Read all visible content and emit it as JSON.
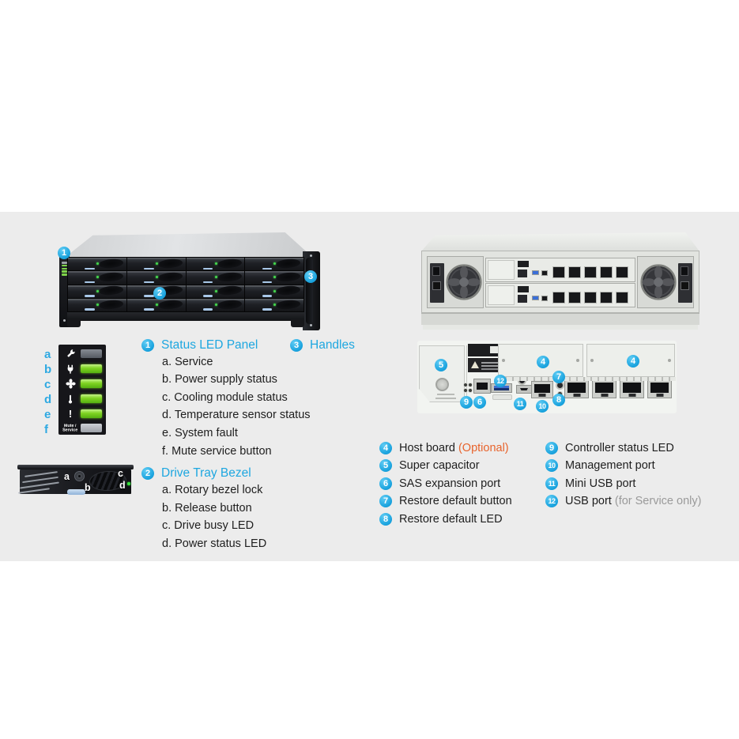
{
  "colors": {
    "accent": "#1ea7e0",
    "optional_orange": "#e8632c",
    "service_gray": "#9a9a9a",
    "text": "#1e1e1e",
    "band_bg": "#ececec",
    "led_green": "#7ed321"
  },
  "front_view": {
    "callouts": [
      "1",
      "2",
      "3"
    ]
  },
  "closeup_callouts": [
    "5",
    "4",
    "4",
    "12",
    "7",
    "9",
    "6",
    "11",
    "10",
    "8"
  ],
  "led_panel_closeup": {
    "letters": [
      "a",
      "b",
      "c",
      "d",
      "e",
      "f"
    ],
    "icons": [
      "wrench-icon",
      "power-plug-icon",
      "fan-icon",
      "thermometer-icon",
      "exclamation-icon"
    ],
    "led_states": [
      "off",
      "on",
      "on",
      "on",
      "on"
    ],
    "mute_line1": "Mute /",
    "mute_line2": "Service"
  },
  "tray_closeup": {
    "labels": [
      "a",
      "b",
      "c",
      "d"
    ]
  },
  "legend_left": {
    "group1_num": "1",
    "group1_title": "Status LED Panel",
    "handles_num": "3",
    "handles_title": "Handles",
    "group1_items": [
      "a. Service",
      "b. Power supply status",
      "c. Cooling module status",
      "d. Temperature sensor status",
      "e. System fault",
      "f. Mute service button"
    ],
    "group2_num": "2",
    "group2_title": "Drive Tray Bezel",
    "group2_items": [
      "a. Rotary bezel lock",
      "b. Release button",
      "c. Drive busy LED",
      "d. Power status LED"
    ]
  },
  "legend_right": {
    "col1": [
      {
        "num": "4",
        "label": "Host board ",
        "suffix": "(Optional)"
      },
      {
        "num": "5",
        "label": "Super capacitor",
        "suffix": ""
      },
      {
        "num": "6",
        "label": "SAS expansion port",
        "suffix": ""
      },
      {
        "num": "7",
        "label": "Restore default button",
        "suffix": ""
      },
      {
        "num": "8",
        "label": "Restore default LED",
        "suffix": ""
      }
    ],
    "col2": [
      {
        "num": "9",
        "label": "Controller status LED",
        "suffix": ""
      },
      {
        "num": "10",
        "label": "Management port",
        "suffix": ""
      },
      {
        "num": "11",
        "label": "Mini USB port",
        "suffix": ""
      },
      {
        "num": "12",
        "label": "USB port ",
        "suffix": "(for Service only)"
      }
    ]
  }
}
